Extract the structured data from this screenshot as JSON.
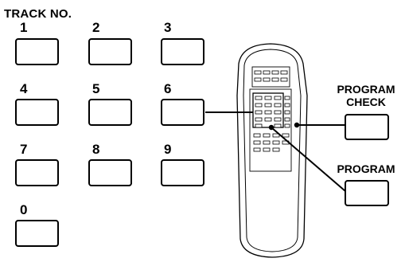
{
  "title": "TRACK NO.",
  "keys": [
    "1",
    "2",
    "3",
    "4",
    "5",
    "6",
    "7",
    "8",
    "9",
    "0"
  ],
  "program_check_label_line1": "PROGRAM",
  "program_check_label_line2": "CHECK",
  "program_label": "PROGRAM"
}
